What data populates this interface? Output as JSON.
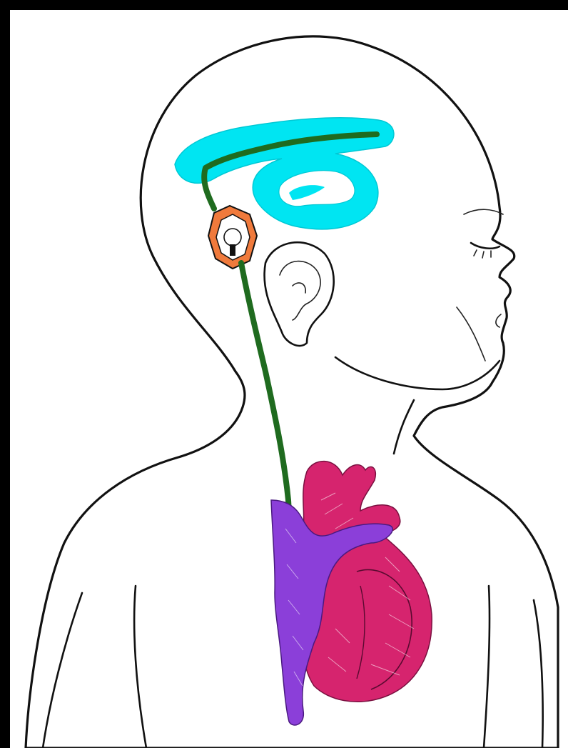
{
  "diagram": {
    "subject": "child-head-and-torso-profile",
    "parts": [
      {
        "id": "ventricles",
        "color": "#00e5f2",
        "shape": "lateral-ventricle"
      },
      {
        "id": "shunt-valve",
        "color": "#f07a3c",
        "shape": "hexagonal-reservoir"
      },
      {
        "id": "catheter",
        "color": "#1f6b1f",
        "shape": "tube"
      },
      {
        "id": "heart-arterial",
        "color": "#d6246e"
      },
      {
        "id": "heart-venous",
        "color": "#8b3fd9"
      }
    ],
    "outline_color": "#111111",
    "skin_color": "#ffffff",
    "background_color": "#000000",
    "labels": []
  }
}
